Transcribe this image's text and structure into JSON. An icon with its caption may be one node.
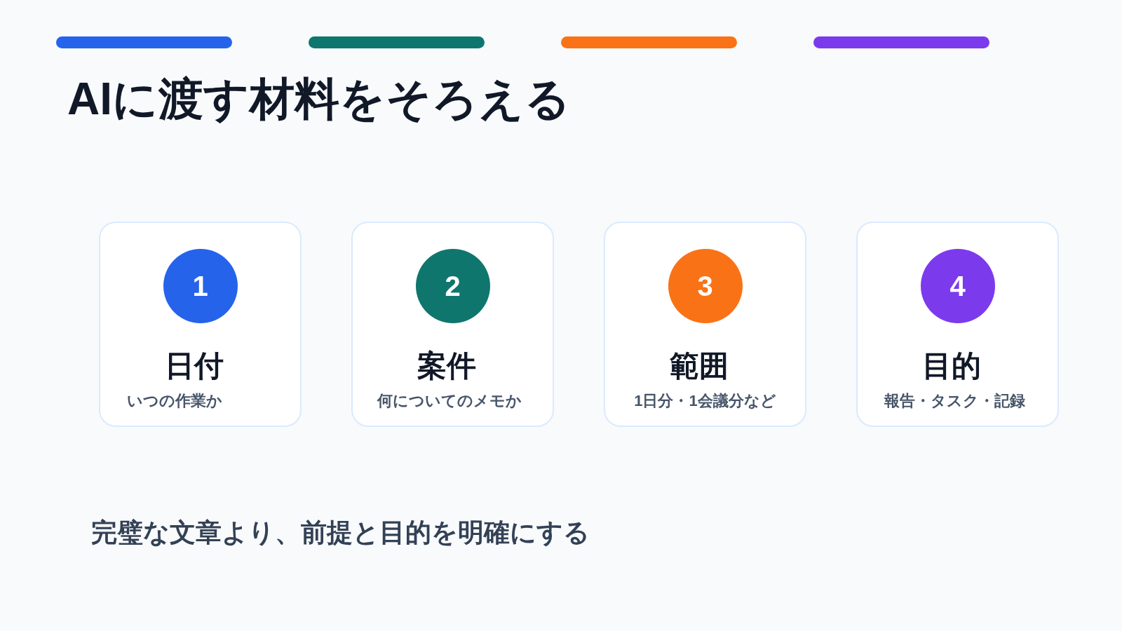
{
  "diagram": {
    "title": "AIに渡す材料をそろえる",
    "nodes": [
      {
        "text": [
          "日付",
          "いつの作業か"
        ]
      },
      {
        "text": [
          "1"
        ],
        "in": 0
      },
      {
        "text": [
          "案件",
          "何についてのメモか"
        ]
      },
      {
        "text": [
          "2"
        ],
        "in": 2
      },
      {
        "text": [
          "範囲",
          "1日分・1会議分など"
        ]
      },
      {
        "text": [
          "3"
        ],
        "in": 4
      },
      {
        "text": [
          "目的",
          "報告・タスク・記録"
        ]
      },
      {
        "text": [
          "4"
        ],
        "in": 6
      }
    ],
    "labels": [
      "完璧な文章より、前提と目的を明確にする"
    ]
  }
}
